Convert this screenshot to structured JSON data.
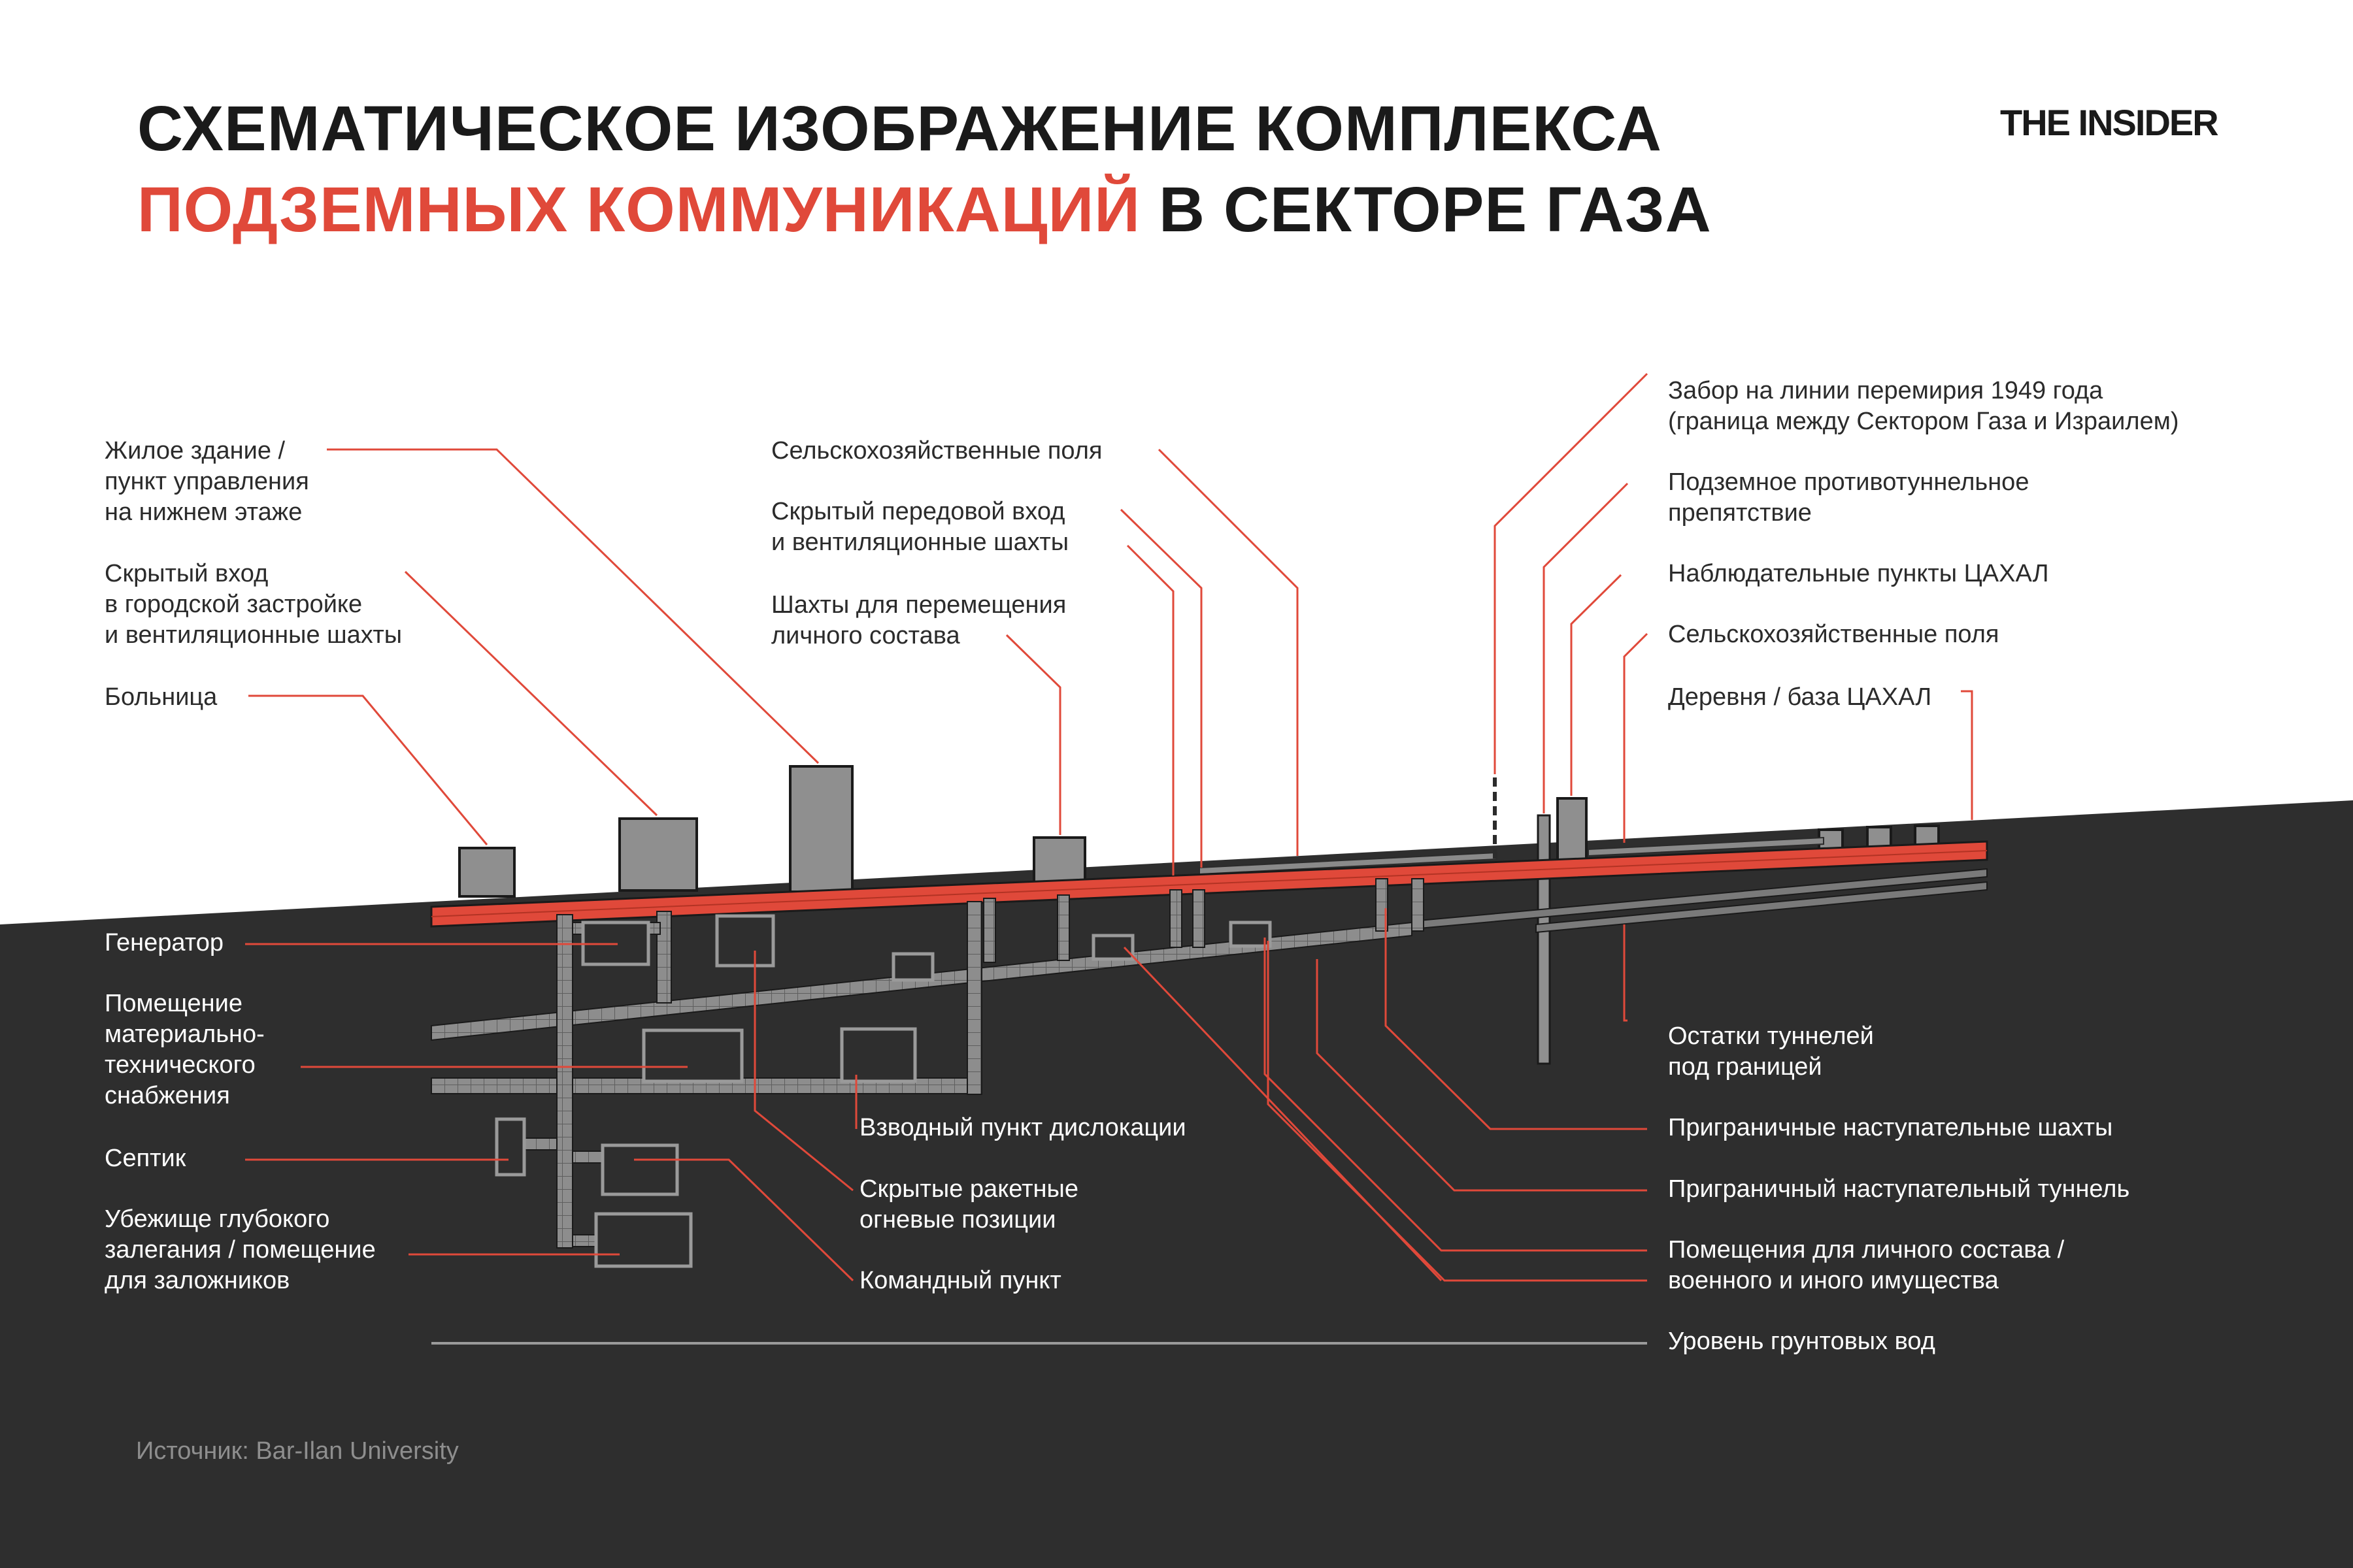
{
  "title": {
    "line1": "СХЕМАТИЧЕСКОЕ ИЗОБРАЖЕНИЕ КОМПЛЕКСА",
    "line2_highlight": "ПОДЗЕМНЫХ КОММУНИКАЦИЙ",
    "line2_rest": " В СЕКТОРЕ ГАЗА"
  },
  "brand": "THE INSIDER",
  "source": "Источник: Bar-Ilan University",
  "colors": {
    "accent": "#e0493a",
    "ground": "#2e2e2e",
    "tunnel": "#8a8a8a",
    "building": "#909090"
  },
  "labels_surface_left": [
    "Жилое здание /\nпункт управления\nна нижнем этаже",
    "Скрытый вход\nв городской застройке\nи вентиляционные шахты",
    "Больница"
  ],
  "labels_surface_center": [
    "Сельскохозяйственные поля",
    "Скрытый передовой вход\nи вентиляционные шахты",
    "Шахты для перемещения\nличного состава"
  ],
  "labels_surface_right": [
    "Забор на линии перемирия 1949 года\n(граница между Сектором Газа и Израилем)",
    "Подземное противотуннельное\nпрепятствие",
    "Наблюдательные пункты ЦАХАЛ",
    "Сельскохозяйственные поля",
    "Деревня / база ЦАХАЛ"
  ],
  "labels_underground_left": [
    "Генератор",
    "Помещение\nматериально-\nтехнического\nснабжения",
    "Септик",
    "Убежище глубокого\nзалегания / помещение\nдля заложников"
  ],
  "labels_underground_center": [
    "Взводный пункт дислокации",
    "Скрытые ракетные\nогневые позиции",
    "Командный пункт"
  ],
  "labels_underground_right": [
    "Остатки туннелей\nпод границей",
    "Приграничные наступательные шахты",
    "Приграничный наступательный туннель",
    "Помещения для личного состава /\nвоенного и иного имущества",
    "Уровень грунтовых вод"
  ]
}
